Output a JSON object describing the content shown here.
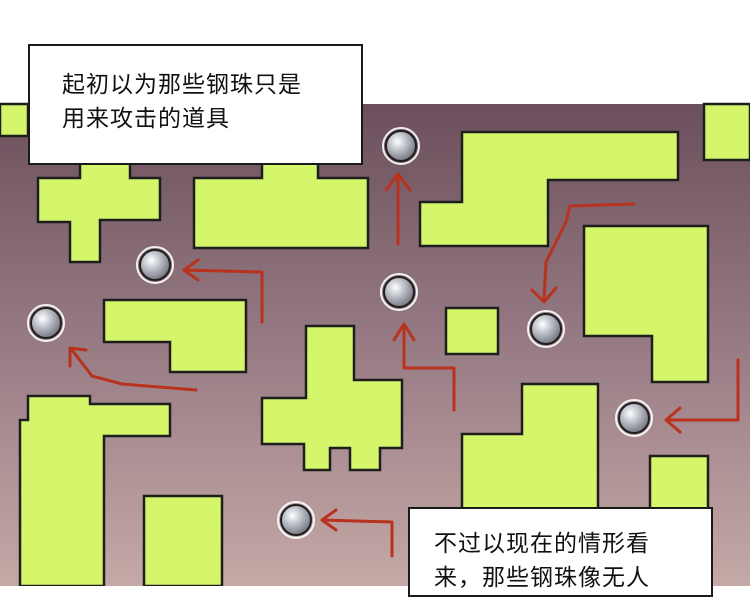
{
  "captions": {
    "top": {
      "line1": "起初以为那些钢珠只是",
      "line2": "用来攻击的道具"
    },
    "bottom": {
      "line1": "不过以现在的情形看",
      "line2": "来，那些钢珠像无人"
    }
  },
  "colors": {
    "floor": "#6e5560",
    "block": "#d5f56a",
    "outline": "#222222",
    "arrow": "#b8321e",
    "ball": "#b9bcc4"
  },
  "icons": [
    "steel-ball-icon",
    "arrow-icon"
  ]
}
